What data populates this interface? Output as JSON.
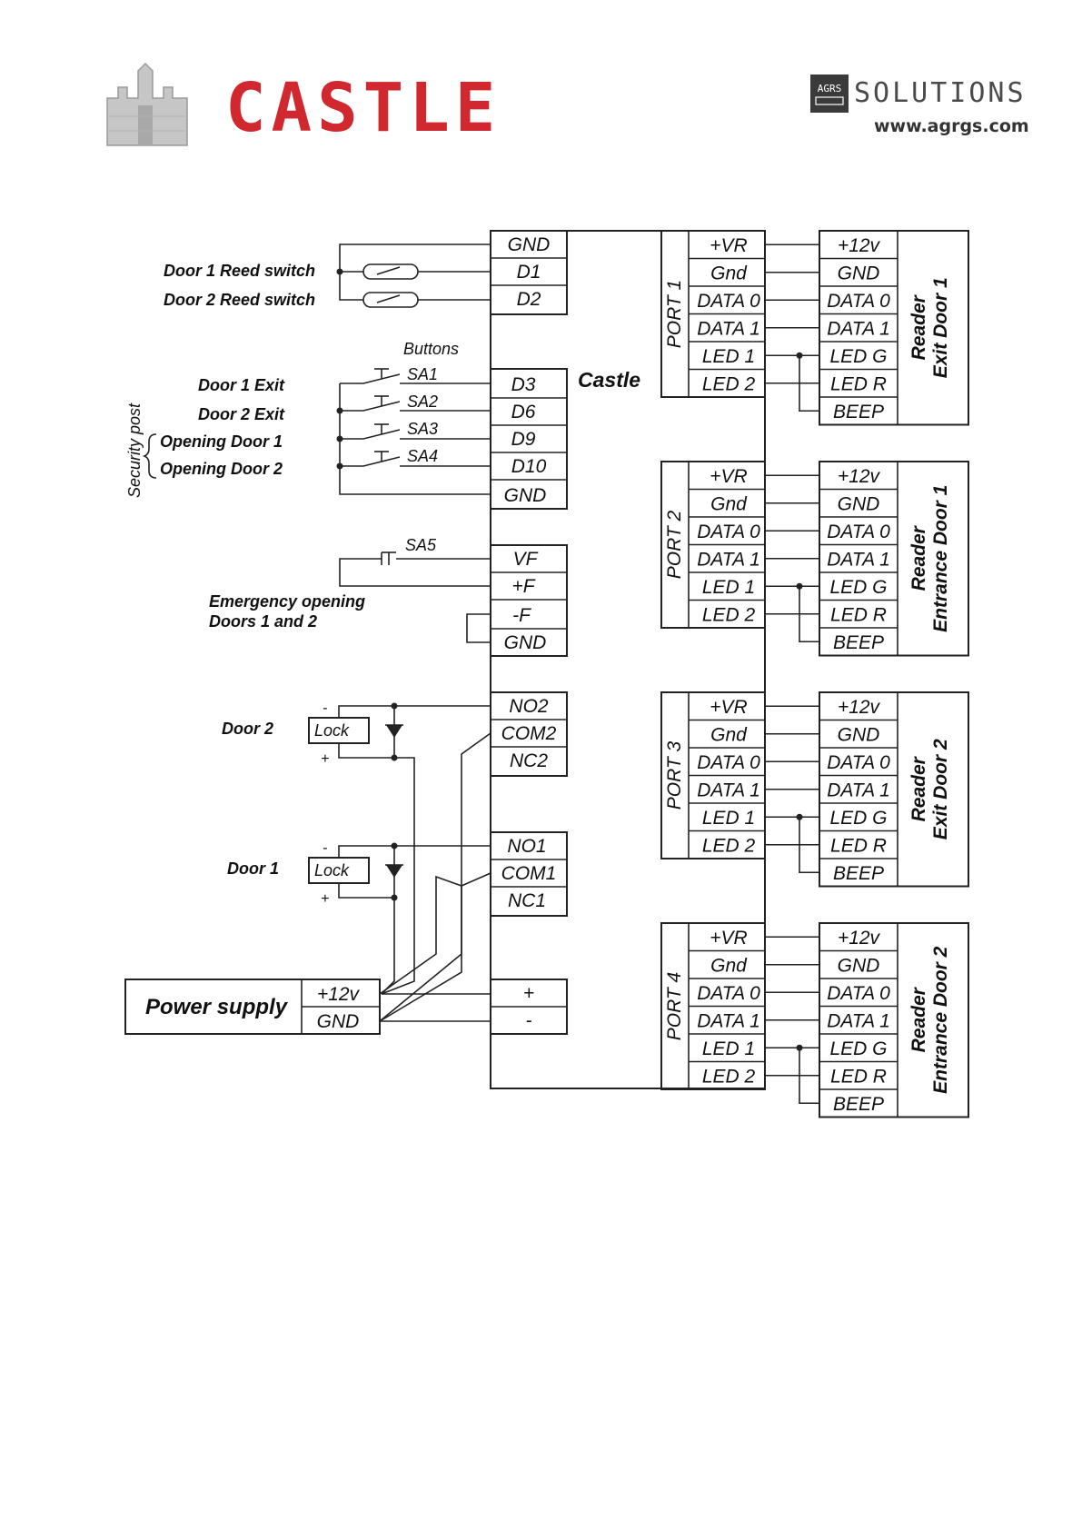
{
  "header": {
    "brand": "CASTLE",
    "partner_badge": "AGRS",
    "partner_name": "SOLUTIONS",
    "website": "www.agrgs.com"
  },
  "colors": {
    "brand_red": "#d0282e",
    "line": "#222222",
    "badge": "#3a3a3a"
  },
  "controller": {
    "name": "Castle",
    "left_pins": [
      "GND",
      "D1",
      "D2",
      "D3",
      "D6",
      "D9",
      "D10",
      "GND",
      "VF",
      "+F",
      "-F",
      "GND",
      "NO2",
      "COM2",
      "NC2",
      "NO1",
      "COM1",
      "NC1",
      "+",
      "-"
    ]
  },
  "inputs": {
    "door1_reed": "Door 1 Reed switch",
    "door2_reed": "Door 2 Reed switch",
    "buttons": "Buttons",
    "security_post": "Security post",
    "btn": [
      {
        "label": "Door 1 Exit",
        "sw": "SA1"
      },
      {
        "label": "Door 2 Exit",
        "sw": "SA2"
      },
      {
        "label": "Opening Door 1",
        "sw": "SA3"
      },
      {
        "label": "Opening Door 2",
        "sw": "SA4"
      }
    ],
    "sa5": "SA5",
    "emergency_l1": "Emergency opening",
    "emergency_l2": "Doors 1 and 2"
  },
  "locks": [
    {
      "door": "Door 2",
      "lock": "Lock",
      "minus": "-",
      "plus": "+"
    },
    {
      "door": "Door 1",
      "lock": "Lock",
      "minus": "-",
      "plus": "+"
    }
  ],
  "power": {
    "label": "Power supply",
    "pins": [
      "+12v",
      "GND"
    ]
  },
  "port_pins": [
    "+VR",
    "Gnd",
    "DATA 0",
    "DATA 1",
    "LED 1",
    "LED 2"
  ],
  "reader_pins": [
    "+12v",
    "GND",
    "DATA 0",
    "DATA 1",
    "LED G",
    "LED R",
    "BEEP"
  ],
  "ports": [
    {
      "name": "PORT 1",
      "reader_l1": "Reader",
      "reader_l2": "Exit Door 1"
    },
    {
      "name": "PORT 2",
      "reader_l1": "Reader",
      "reader_l2": "Entrance Door 1"
    },
    {
      "name": "PORT 3",
      "reader_l1": "Reader",
      "reader_l2": "Exit Door 2"
    },
    {
      "name": "PORT 4",
      "reader_l1": "Reader",
      "reader_l2": "Entrance Door 2"
    }
  ]
}
